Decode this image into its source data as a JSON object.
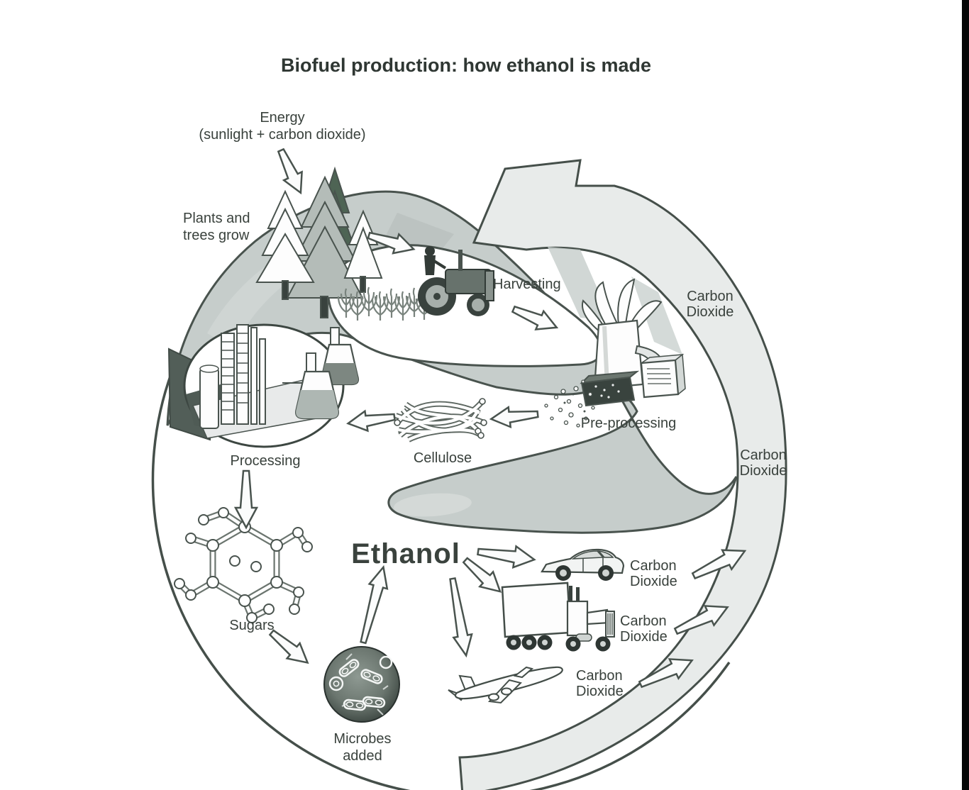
{
  "title": "Biofuel production: how ethanol is made",
  "stages": {
    "energy": {
      "line1": "Energy",
      "line2": "(sunlight + carbon dioxide)"
    },
    "plants": {
      "line1": "Plants and",
      "line2": "trees grow"
    },
    "harvesting": {
      "label": "Harvesting"
    },
    "preprocessing": {
      "label": "Pre-processing"
    },
    "cellulose": {
      "label": "Cellulose"
    },
    "processing": {
      "label": "Processing"
    },
    "sugars": {
      "label": "Sugars"
    },
    "microbes": {
      "line1": "Microbes",
      "line2": "added"
    },
    "ethanol": {
      "label": "Ethanol"
    }
  },
  "co2_labels": [
    {
      "position": "ring-top-right",
      "line1": "Carbon",
      "line2": "Dioxide"
    },
    {
      "position": "ring-right",
      "line1": "Carbon",
      "line2": "Dioxide"
    },
    {
      "position": "car",
      "line1": "Carbon",
      "line2": "Dioxide"
    },
    {
      "position": "truck",
      "line1": "Carbon",
      "line2": "Dioxide"
    },
    {
      "position": "airplane",
      "line1": "Carbon",
      "line2": "Dioxide"
    }
  ],
  "colors": {
    "background": "#ffffff",
    "outline": "#49534e",
    "text": "#39413c",
    "ribbon_medium": "#c6cdcb",
    "ribbon_light": "#e8ebea",
    "dark_accent": "#525e58",
    "tree_dark": "#4e6454",
    "screen_edge_bar": "#060606"
  }
}
